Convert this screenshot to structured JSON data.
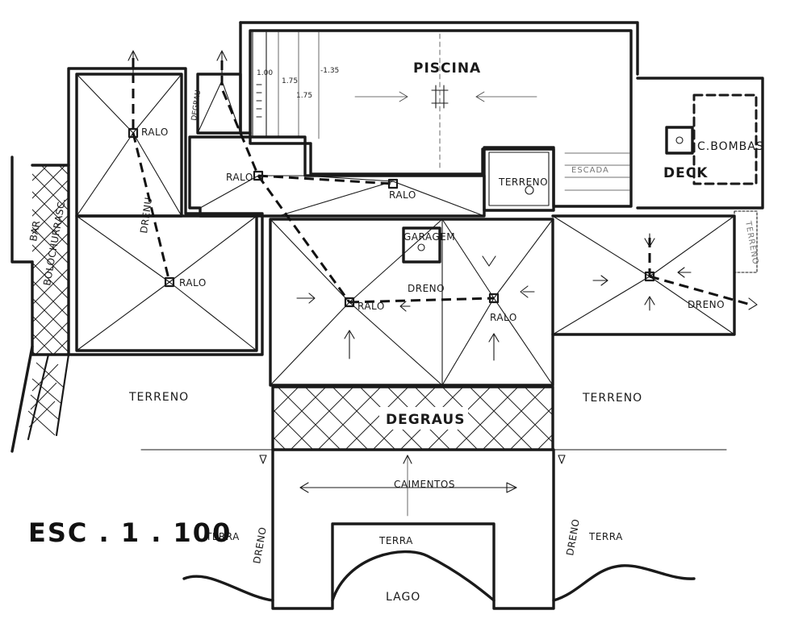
{
  "labels": {
    "piscina": "PISCINA",
    "c_bombas": "C.BOMBAS",
    "deck": "DECK",
    "escada": "ESCADA",
    "terreno_small": "TERRENO",
    "terreno_left": "TERRENO",
    "terreno_right": "TERRENO",
    "terreno_center": "TERRENO",
    "degraus": "DEGRAUS",
    "caimentos": "CAIMENTOS",
    "drenu": "DRENU",
    "dreno_center": "DRENO",
    "dreno_right": "DRENO",
    "dreno_left_v": "DRENO",
    "dreno_right_v": "DRENO",
    "terra_left": "TERRA",
    "terra_center": "TERRA",
    "terra_right": "TERRA",
    "lago": "LAGO",
    "bar": "BAR",
    "bolo_churras": "BOLOCHURRASC.",
    "degrau_small": "DEGRAU",
    "garagem_small": "GARAGEM",
    "scale": "ESC . 1 . 100"
  },
  "ralos": [
    "RALO",
    "RALO",
    "RALO",
    "RALO",
    "RALO",
    "RALO"
  ],
  "pool_dimensions": [
    "1.00",
    "1.75",
    "-1.35",
    "1.75"
  ]
}
